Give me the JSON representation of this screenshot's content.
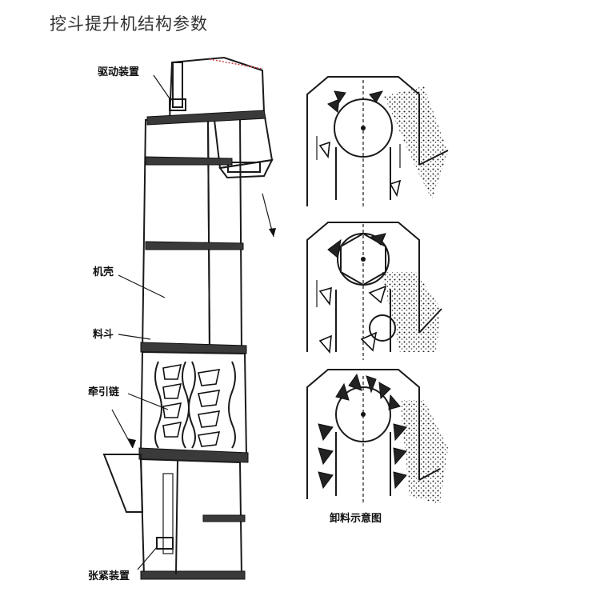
{
  "page": {
    "title": "挖斗提升机结构参数"
  },
  "labels": {
    "drive": "驱动装置",
    "casing": "机壳",
    "bucket": "料斗",
    "chain": "牵引链",
    "tension": "张紧装置",
    "discharge": "卸料示意图"
  },
  "colors": {
    "line": "#1a1a1a",
    "background": "#ffffff",
    "title": "#333333"
  }
}
